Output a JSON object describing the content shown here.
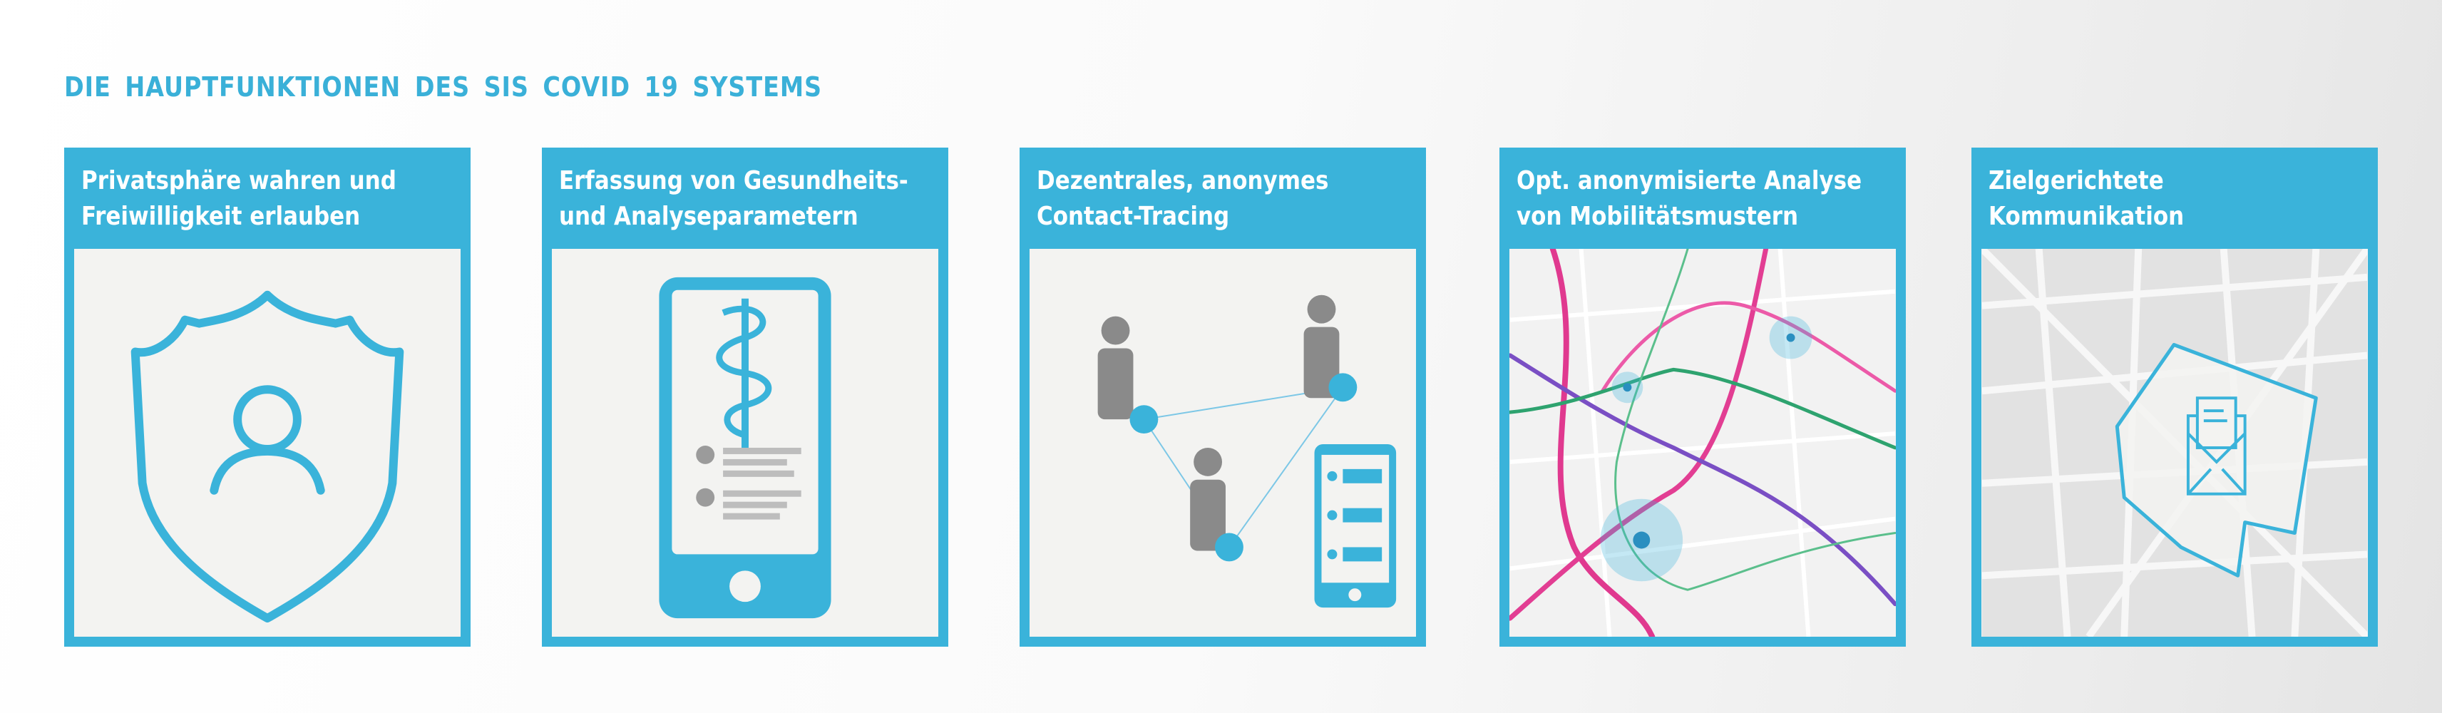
{
  "page_title": "DIE HAUPTFUNKTIONEN DES SIS COVID 19 SYSTEMS",
  "accent_color": "#3ab3da",
  "cards": [
    {
      "line1": "Privatsphäre wahren und",
      "line2": "Freiwilligkeit erlauben",
      "icon": "shield-user-icon"
    },
    {
      "line1": "Erfassung von Gesundheits-",
      "line2": "und Analyseparametern",
      "icon": "phone-caduceus-icon"
    },
    {
      "line1": "Dezentrales, anonymes",
      "line2": "Contact-Tracing",
      "icon": "contact-tracing-icon"
    },
    {
      "line1": "Opt. anonymisierte Analyse",
      "line2": "von Mobilitätsmustern",
      "icon": "mobility-map-icon"
    },
    {
      "line1": "Zielgerichtete",
      "line2": "Kommunikation",
      "icon": "map-envelope-icon"
    }
  ]
}
